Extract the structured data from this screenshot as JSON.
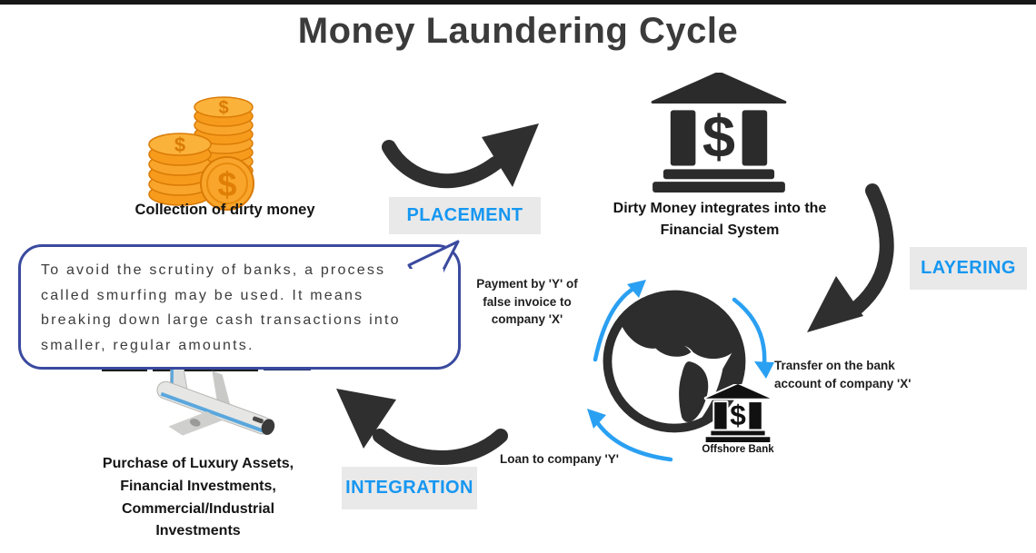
{
  "title": "Money Laundering Cycle",
  "stages": {
    "placement": "PLACEMENT",
    "layering": "LAYERING",
    "integration": "INTEGRATION"
  },
  "captions": {
    "collection": "Collection of dirty money",
    "bank": "Dirty Money integrates into the\nFinancial System",
    "assets": "Purchase of Luxury Assets,\nFinancial Investments,\nCommercial/Industrial\nInvestments",
    "offshore_bank": "Offshore Bank"
  },
  "cycle_labels": {
    "payment": "Payment by 'Y' of\nfalse invoice to\ncompany 'X'",
    "transfer": "Transfer on the bank\naccount of company 'X'",
    "loan": "Loan to company 'Y'"
  },
  "speech_bubble": "To avoid the scrutiny of banks, a process called smurfing may be used. It means breaking down large cash transactions into smaller, regular amounts.",
  "icons": {
    "coins": "coins-icon",
    "bank": "bank-icon",
    "globe": "globe-icon",
    "offshore_bank": "offshore-bank-icon",
    "airplane": "airplane-icon"
  },
  "colors": {
    "stage_text": "#1697f1",
    "stage_bg": "#e9e9e9",
    "arrow_black": "#302f2f",
    "arrow_blue": "#2aa0f2",
    "bubble_border": "#3a4a9f",
    "coin_orange": "#f79b1d",
    "title_color": "#3b3b3b"
  }
}
